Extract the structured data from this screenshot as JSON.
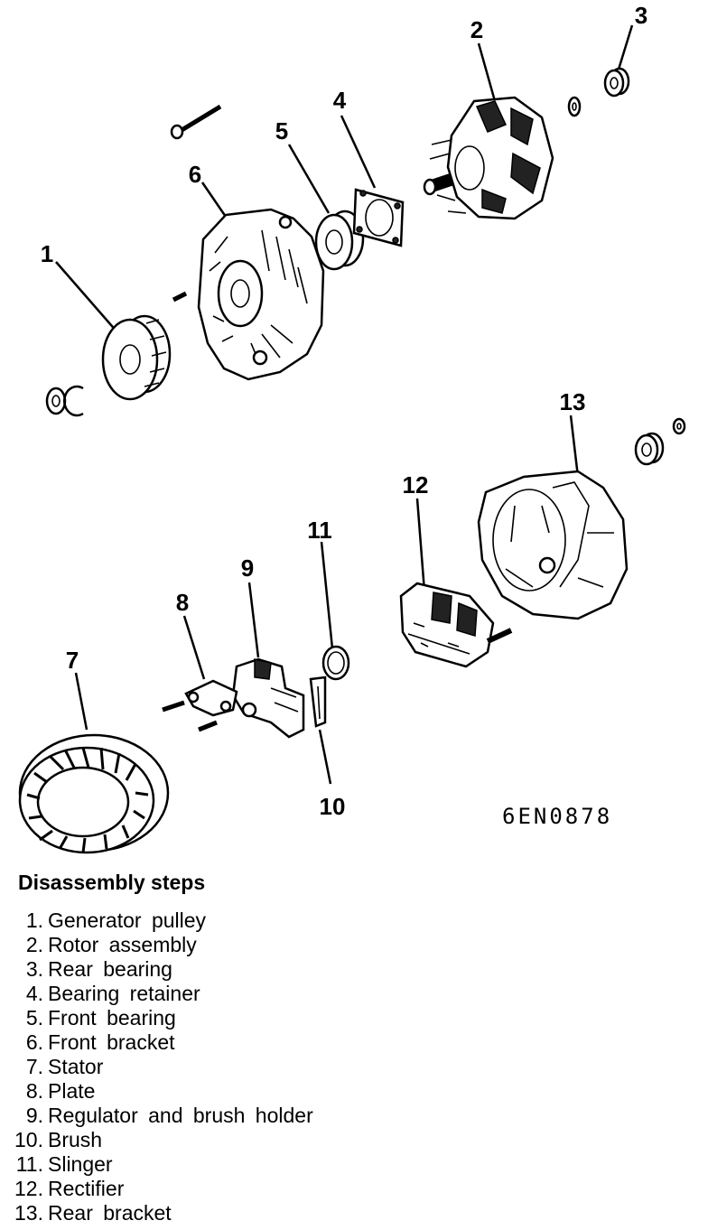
{
  "figure_code": "6EN0878",
  "callouts": [
    "1",
    "2",
    "3",
    "4",
    "5",
    "6",
    "7",
    "8",
    "9",
    "10",
    "11",
    "12",
    "13"
  ],
  "steps": {
    "title": "Disassembly steps",
    "items": [
      {
        "num": "1.",
        "label": "Generator pulley"
      },
      {
        "num": "2.",
        "label": "Rotor assembly"
      },
      {
        "num": "3.",
        "label": "Rear bearing"
      },
      {
        "num": "4.",
        "label": "Bearing retainer"
      },
      {
        "num": "5.",
        "label": "Front bearing"
      },
      {
        "num": "6.",
        "label": "Front bracket"
      },
      {
        "num": "7.",
        "label": "Stator"
      },
      {
        "num": "8.",
        "label": "Plate"
      },
      {
        "num": "9.",
        "label": "Regulator and brush holder"
      },
      {
        "num": "10.",
        "label": "Brush"
      },
      {
        "num": "11.",
        "label": "Slinger"
      },
      {
        "num": "12.",
        "label": "Rectifier"
      },
      {
        "num": "13.",
        "label": "Rear bracket"
      }
    ]
  }
}
